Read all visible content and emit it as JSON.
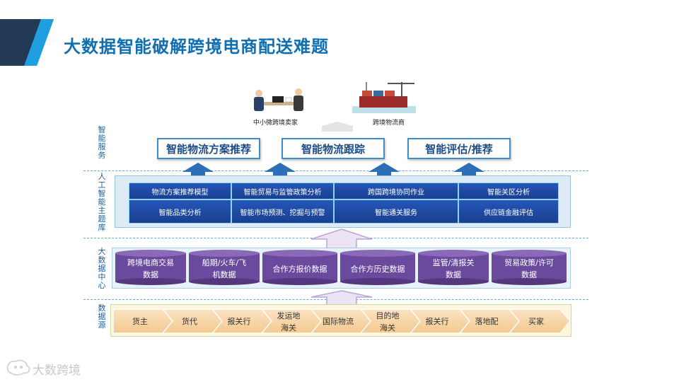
{
  "title": "大数据智能破解跨境电商配送难题",
  "actors": [
    "中小微跨境卖家",
    "跨境物流商"
  ],
  "layers": {
    "services": "智能服务",
    "ai": "人工智能主题库",
    "datacenter": "大数据中心",
    "source": "数据源"
  },
  "services": [
    "智能物流方案推荐",
    "智能物流跟踪",
    "智能评估/推荐"
  ],
  "ai_topics": [
    "物流方案推荐模型",
    "智能贸易与监管政策分析",
    "跨国跨境协同作业",
    "智能关区分析",
    "智能品类分析",
    "智能市场预测、挖掘与预警",
    "智能通关服务",
    "供应链金融评估"
  ],
  "datacenter": [
    [
      "跨境电商交易",
      "数据"
    ],
    [
      "船期/火车/飞",
      "机数据"
    ],
    [
      "合作方报价数据"
    ],
    [
      "合作方历史数据"
    ],
    [
      "监管/清报关",
      "数据"
    ],
    [
      "贸易政策/许可",
      "数据"
    ]
  ],
  "sources": [
    [
      "货主"
    ],
    [
      "货代"
    ],
    [
      "报关行"
    ],
    [
      "发运地",
      "海关"
    ],
    [
      "国际物流"
    ],
    [
      "目的地",
      "海关"
    ],
    [
      "报关行"
    ],
    [
      "落地配"
    ],
    [
      "买家"
    ]
  ],
  "footer": "大数跨境",
  "colors": {
    "title": "#0f6fb0",
    "service_border": "#3e8cc9",
    "ai_cell": "#1f4ea5",
    "cylinder": "#6a4a9c",
    "chevron": "#f7d6a8",
    "arrow": "#2c6fb7"
  }
}
